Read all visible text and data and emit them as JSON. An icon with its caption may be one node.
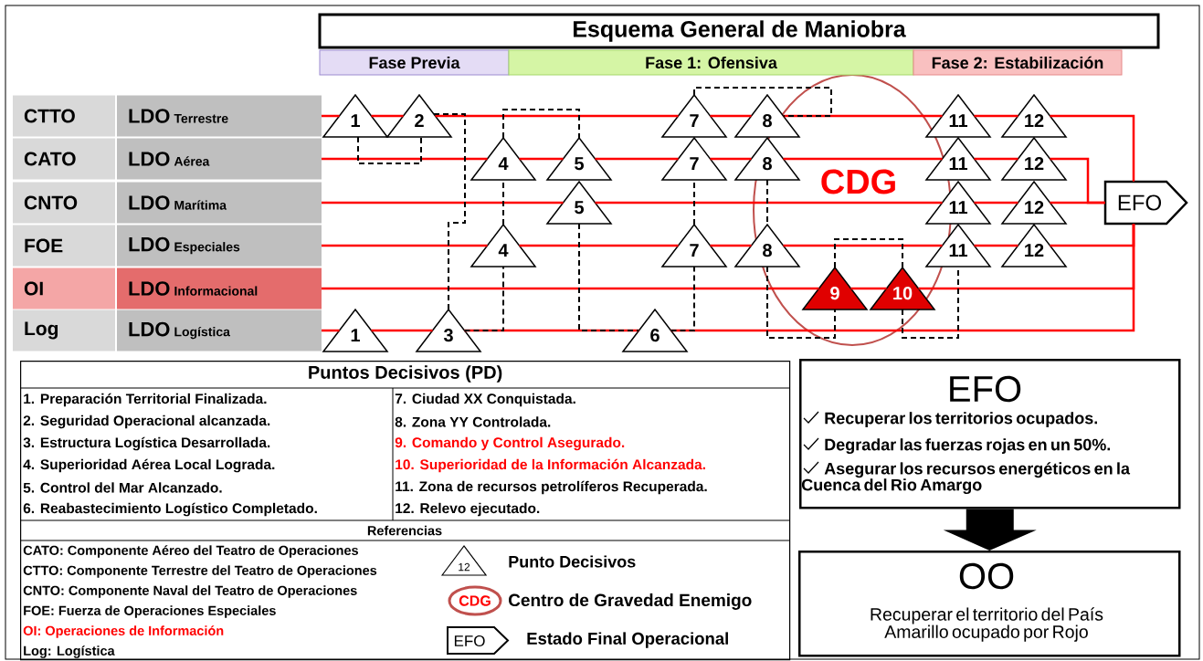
{
  "diagram": {
    "nodes": [
      {
        "text": [
          "Esquema General de Maniobra"
        ]
      },
      {
        "text": [
          "Fase Previa"
        ]
      },
      {
        "text": [
          "Fase 1: Ofensiva"
        ]
      },
      {
        "text": [
          "Fase 2: Estabilización"
        ]
      },
      {
        "text": [
          "CTTO"
        ]
      },
      {
        "text": [
          "LDO",
          "Terrestre"
        ]
      },
      {
        "text": [
          "CATO"
        ]
      },
      {
        "text": [
          "LDO",
          "Aérea"
        ]
      },
      {
        "text": [
          "CNTO"
        ]
      },
      {
        "text": [
          "LDO",
          "Marítima"
        ]
      },
      {
        "text": [
          "FOE"
        ]
      },
      {
        "text": [
          "LDO",
          "Especiales"
        ]
      },
      {
        "text": [
          "OI"
        ]
      },
      {
        "text": [
          "LDO",
          "Informacional"
        ]
      },
      {
        "text": [
          "Log"
        ]
      },
      {
        "text": [
          "LDO",
          "Logística"
        ]
      },
      {
        "text": [
          "1"
        ]
      },
      {
        "text": [
          "2"
        ]
      },
      {
        "text": [
          "7"
        ]
      },
      {
        "text": [
          "8"
        ]
      },
      {
        "text": [
          "11"
        ]
      },
      {
        "text": [
          "12"
        ]
      },
      {
        "text": [
          "4"
        ]
      },
      {
        "text": [
          "5"
        ]
      },
      {
        "text": [
          "7"
        ]
      },
      {
        "text": [
          "8"
        ]
      },
      {
        "text": [
          "11"
        ]
      },
      {
        "text": [
          "12"
        ]
      },
      {
        "text": [
          "5"
        ]
      },
      {
        "text": [
          "11"
        ]
      },
      {
        "text": [
          "12"
        ]
      },
      {
        "text": [
          "4"
        ]
      },
      {
        "text": [
          "7"
        ]
      },
      {
        "text": [
          "8"
        ]
      },
      {
        "text": [
          "11"
        ]
      },
      {
        "text": [
          "12"
        ]
      },
      {
        "text": [
          "9"
        ]
      },
      {
        "text": [
          "10"
        ]
      },
      {
        "text": [
          "1"
        ]
      },
      {
        "text": [
          "3"
        ]
      },
      {
        "text": [
          "6"
        ]
      },
      {
        "text": [
          "CDG"
        ]
      },
      {
        "text": [
          "EFO"
        ]
      },
      {
        "text": [
          "Puntos Decisivos (PD)"
        ]
      },
      {
        "text": [
          "EFO",
          "Recuperar los territorios ocupados.",
          "Degradar las fuerzas rojas en un 50%.",
          "Asegurar los recursos energéticos en la Cuenca del Rio Amargo"
        ]
      },
      {
        "text": [
          "OO",
          "Recuperar el territorio del País Amarillo ocupado por Rojo"
        ]
      }
    ],
    "edges": [
      {
        "from": 5,
        "to": 16,
        "arrow": "none"
      },
      {
        "from": 16,
        "to": 17,
        "arrow": "none"
      },
      {
        "from": 17,
        "to": 18,
        "arrow": "none"
      },
      {
        "from": 18,
        "to": 19,
        "arrow": "none"
      },
      {
        "from": 19,
        "to": 20,
        "arrow": "none"
      },
      {
        "from": 20,
        "to": 21,
        "arrow": "none"
      },
      {
        "from": 21,
        "to": 42,
        "arrow": "none"
      },
      {
        "from": 7,
        "to": 22,
        "arrow": "none"
      },
      {
        "from": 22,
        "to": 23,
        "arrow": "none"
      },
      {
        "from": 23,
        "to": 24,
        "arrow": "none"
      },
      {
        "from": 24,
        "to": 25,
        "arrow": "none"
      },
      {
        "from": 25,
        "to": 26,
        "arrow": "none"
      },
      {
        "from": 26,
        "to": 27,
        "arrow": "none"
      },
      {
        "from": 27,
        "to": 42,
        "arrow": "none"
      },
      {
        "from": 9,
        "to": 28,
        "arrow": "none"
      },
      {
        "from": 28,
        "to": 29,
        "arrow": "none"
      },
      {
        "from": 29,
        "to": 30,
        "arrow": "none"
      },
      {
        "from": 30,
        "to": 42,
        "arrow": "none"
      },
      {
        "from": 11,
        "to": 31,
        "arrow": "none"
      },
      {
        "from": 31,
        "to": 32,
        "arrow": "none"
      },
      {
        "from": 32,
        "to": 33,
        "arrow": "none"
      },
      {
        "from": 33,
        "to": 34,
        "arrow": "none"
      },
      {
        "from": 34,
        "to": 35,
        "arrow": "none"
      },
      {
        "from": 35,
        "to": 42,
        "arrow": "none"
      },
      {
        "from": 13,
        "to": 36,
        "arrow": "none"
      },
      {
        "from": 36,
        "to": 37,
        "arrow": "none"
      },
      {
        "from": 37,
        "to": 42,
        "arrow": "none"
      },
      {
        "from": 15,
        "to": 38,
        "arrow": "none"
      },
      {
        "from": 38,
        "to": 39,
        "arrow": "none"
      },
      {
        "from": 39,
        "to": 40,
        "arrow": "none"
      },
      {
        "from": 40,
        "to": 42,
        "arrow": "none"
      },
      {
        "from": 16,
        "to": 17,
        "arrow": "none",
        "style": "dashed",
        "color": "#000000"
      },
      {
        "from": 17,
        "to": 39,
        "arrow": "none",
        "style": "dashed",
        "color": "#000000"
      },
      {
        "from": 39,
        "to": 31,
        "arrow": "none",
        "style": "dashed",
        "color": "#000000"
      },
      {
        "from": 31,
        "to": 22,
        "arrow": "none",
        "style": "dashed",
        "color": "#000000"
      },
      {
        "from": 22,
        "to": 23,
        "arrow": "none",
        "style": "dashed",
        "color": "#000000"
      },
      {
        "from": 28,
        "to": 40,
        "arrow": "none",
        "style": "dashed",
        "color": "#000000"
      },
      {
        "from": 40,
        "to": 32,
        "arrow": "none",
        "style": "dashed",
        "color": "#000000"
      },
      {
        "from": 32,
        "to": 24,
        "arrow": "none",
        "style": "dashed",
        "color": "#000000"
      },
      {
        "from": 18,
        "to": 19,
        "arrow": "none",
        "style": "dashed",
        "color": "#000000"
      },
      {
        "from": 25,
        "to": 33,
        "arrow": "none",
        "style": "dashed",
        "color": "#000000"
      },
      {
        "from": 33,
        "to": 36,
        "arrow": "none",
        "style": "dashed",
        "color": "#000000"
      },
      {
        "from": 36,
        "to": 37,
        "arrow": "none",
        "style": "dashed",
        "color": "#000000"
      },
      {
        "from": 37,
        "to": 34,
        "arrow": "none",
        "style": "dashed",
        "color": "#000000"
      },
      {
        "from": 44,
        "to": 45,
        "arrow": "to",
        "style": "thick",
        "color": "#000000"
      }
    ],
    "labels": [
      "1. Preparación Territorial Finalizada.",
      "7. Ciudad XX Conquistada.",
      "2. Seguridad Operacional alcanzada.",
      "8. Zona YY Controlada.",
      "3. Estructura Logística Desarrollada.",
      "9. Comando y Control Asegurado.",
      "4. Superioridad Aérea Local Lograda.",
      "10. Superioridad de la Información Alcanzada.",
      "5. Control del Mar Alcanzado.",
      "11. Zona de recursos petrolíferos Recuperada.",
      "6. Reabastecimiento Logístico Completado.",
      "12. Relevo ejecutado.",
      "Referencias",
      "CATO: Componente Aéreo del Teatro de Operaciones",
      "CTTO: Componente Terrestre del Teatro de Operaciones",
      "CNTO: Componente Naval del Teatro de Operaciones",
      "FOE: Fuerza de Operaciones Especiales",
      "OI: Operaciones de Información",
      "Log: Logística",
      "12",
      "CDG",
      "EFO"
    ],
    "legend": [
      {
        "text": "Punto Decisivos"
      },
      {
        "text": "Centro de Gravedad Enemigo"
      },
      {
        "text": "Estado Final Operacional"
      }
    ]
  }
}
